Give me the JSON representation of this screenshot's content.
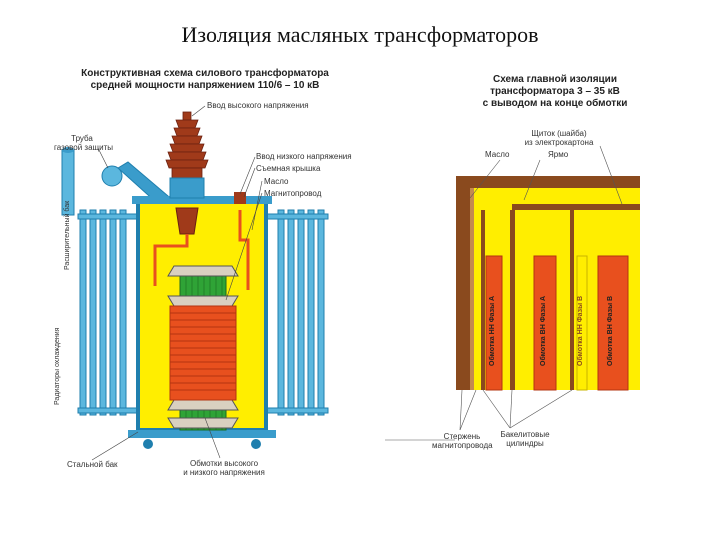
{
  "slide": {
    "title": "Изоляция масляных трансформаторов"
  },
  "left_diagram": {
    "header": [
      "Конструктивная схема силового трансформатора",
      "средней мощности напряжением  110/6 – 10 кВ"
    ],
    "labels": {
      "hv_input": "Ввод высокого напряжения",
      "gas_pipe": [
        "Труба",
        "газовой защиты"
      ],
      "expander": "Расширительный бак",
      "cooling": "Радиаторы охлаждения",
      "lv_input": "Ввод низкого напряжения",
      "lid": "Съемная крышка",
      "oil": "Масло",
      "core": "Магнитопровод",
      "tank": "Стальной бак",
      "windings": [
        "Обмотки высокого",
        "и низкого напряжения"
      ]
    }
  },
  "right_diagram": {
    "header": [
      "Схема главной изоляции",
      "трансформатора 3 – 35 кВ",
      "с выводом на конце обмотки"
    ],
    "labels": {
      "shield": [
        "Щиток (шайба)",
        "из электрокартона"
      ],
      "oil": "Масло",
      "yoke": "Ярмо",
      "core_rod": [
        "Стержень",
        "магнитопровода"
      ],
      "bakelite": [
        "Бакелитовые",
        "цилиндры"
      ]
    },
    "windings": [
      "Обмотка НН Фазы А",
      "Обмотка ВН Фазы А",
      "Обмотка НН Фазы В",
      "Обмотка ВН Фазы В"
    ]
  },
  "colors": {
    "tank_yellow": "#ffee00",
    "winding_red": "#e8501e",
    "core_green": "#2fa336",
    "bushing_brown": "#a03a1a",
    "radiator_blue": "#2f9fcf",
    "frame_brown": "#8a4a1e"
  }
}
